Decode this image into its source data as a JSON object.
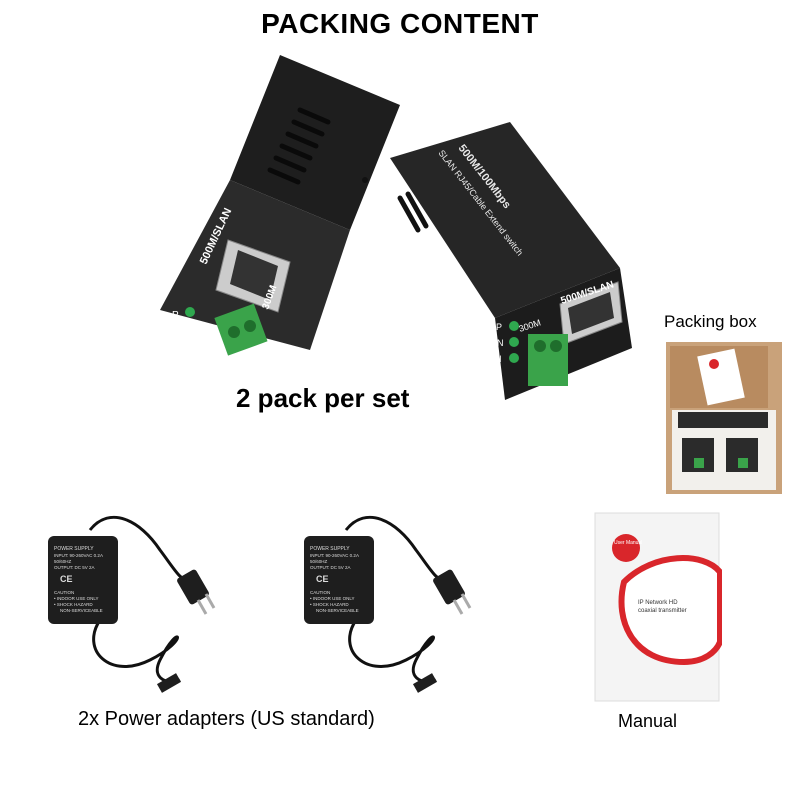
{
  "page": {
    "title": "PACKING CONTENT",
    "pack_per_set": "2 pack per set",
    "packing_box_label": "Packing box",
    "adapters_label": "2x Power adapters (US standard)",
    "manual_label": "Manual"
  },
  "device": {
    "port_label": "500M/SLAN",
    "distance_label": "300M",
    "led_labels": [
      "P",
      "SLAN",
      "LAN"
    ],
    "side_text_1": "500M/100Mbps",
    "side_text_2": "SLAN RJ45/Cable Extend switch"
  },
  "adapter": {
    "heading": "POWER SUPPLY",
    "input": "INPUT: 90-260VAC 0.2A",
    "freq": "50/60HZ",
    "output": "OUTPUT: DC 5V 2A",
    "ce": "CE",
    "caution": "CAUTION",
    "line1": "• INDOOR USE ONLY",
    "line2": "• SHOCK HAZARD",
    "line3": "NON-SERVICEABLE"
  },
  "manual": {
    "badge": "User Manual",
    "text1": "IP Network HD",
    "text2": "coaxial transmitter"
  },
  "colors": {
    "device_body": "#2b2b2b",
    "terminal_green": "#3aa34a",
    "led_green": "#2fa84f",
    "box_kraft": "#c9a27a",
    "manual_red": "#d9262b"
  }
}
